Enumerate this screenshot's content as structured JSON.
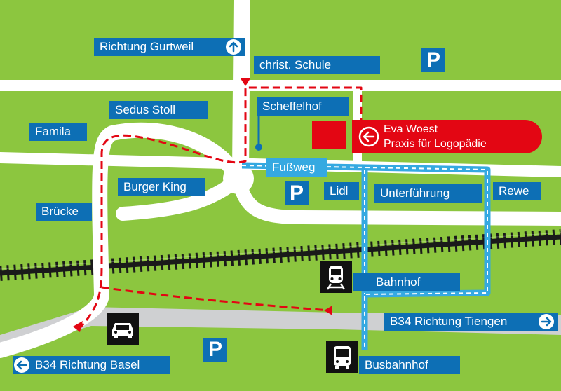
{
  "labels": {
    "gurtweil": "Richtung Gurtweil",
    "schule": "christ. Schule",
    "sedus": "Sedus Stoll",
    "scheffelhof": "Scheffelhof",
    "famila": "Famila",
    "burger_king": "Burger King",
    "fussweg": "Fußweg",
    "lidl": "Lidl",
    "unterfuehrung": "Unterführung",
    "rewe": "Rewe",
    "bruecke": "Brücke",
    "bahnhof": "Bahnhof",
    "tiengen": "B34 Richtung Tiengen",
    "basel": "B34 Richtung Basel",
    "busbahnhof": "Busbahnhof"
  },
  "destination": {
    "line1": "Eva Woest",
    "line2": "Praxis für Logopädie"
  },
  "parking": [
    "P",
    "P",
    "P"
  ],
  "icons": [
    "up-arrow-icon",
    "left-arrow-icon",
    "right-arrow-icon",
    "train-icon",
    "bus-icon",
    "car-icon"
  ],
  "colors": {
    "background": "#8cc63f",
    "road": "#ffffff",
    "highway": "#cfd0d2",
    "label": "#0d6fb5",
    "footpath_label": "#35a9e1",
    "route": "#e30613",
    "footpath_route": "#35a9e1",
    "destination_marker": "#e30613"
  }
}
